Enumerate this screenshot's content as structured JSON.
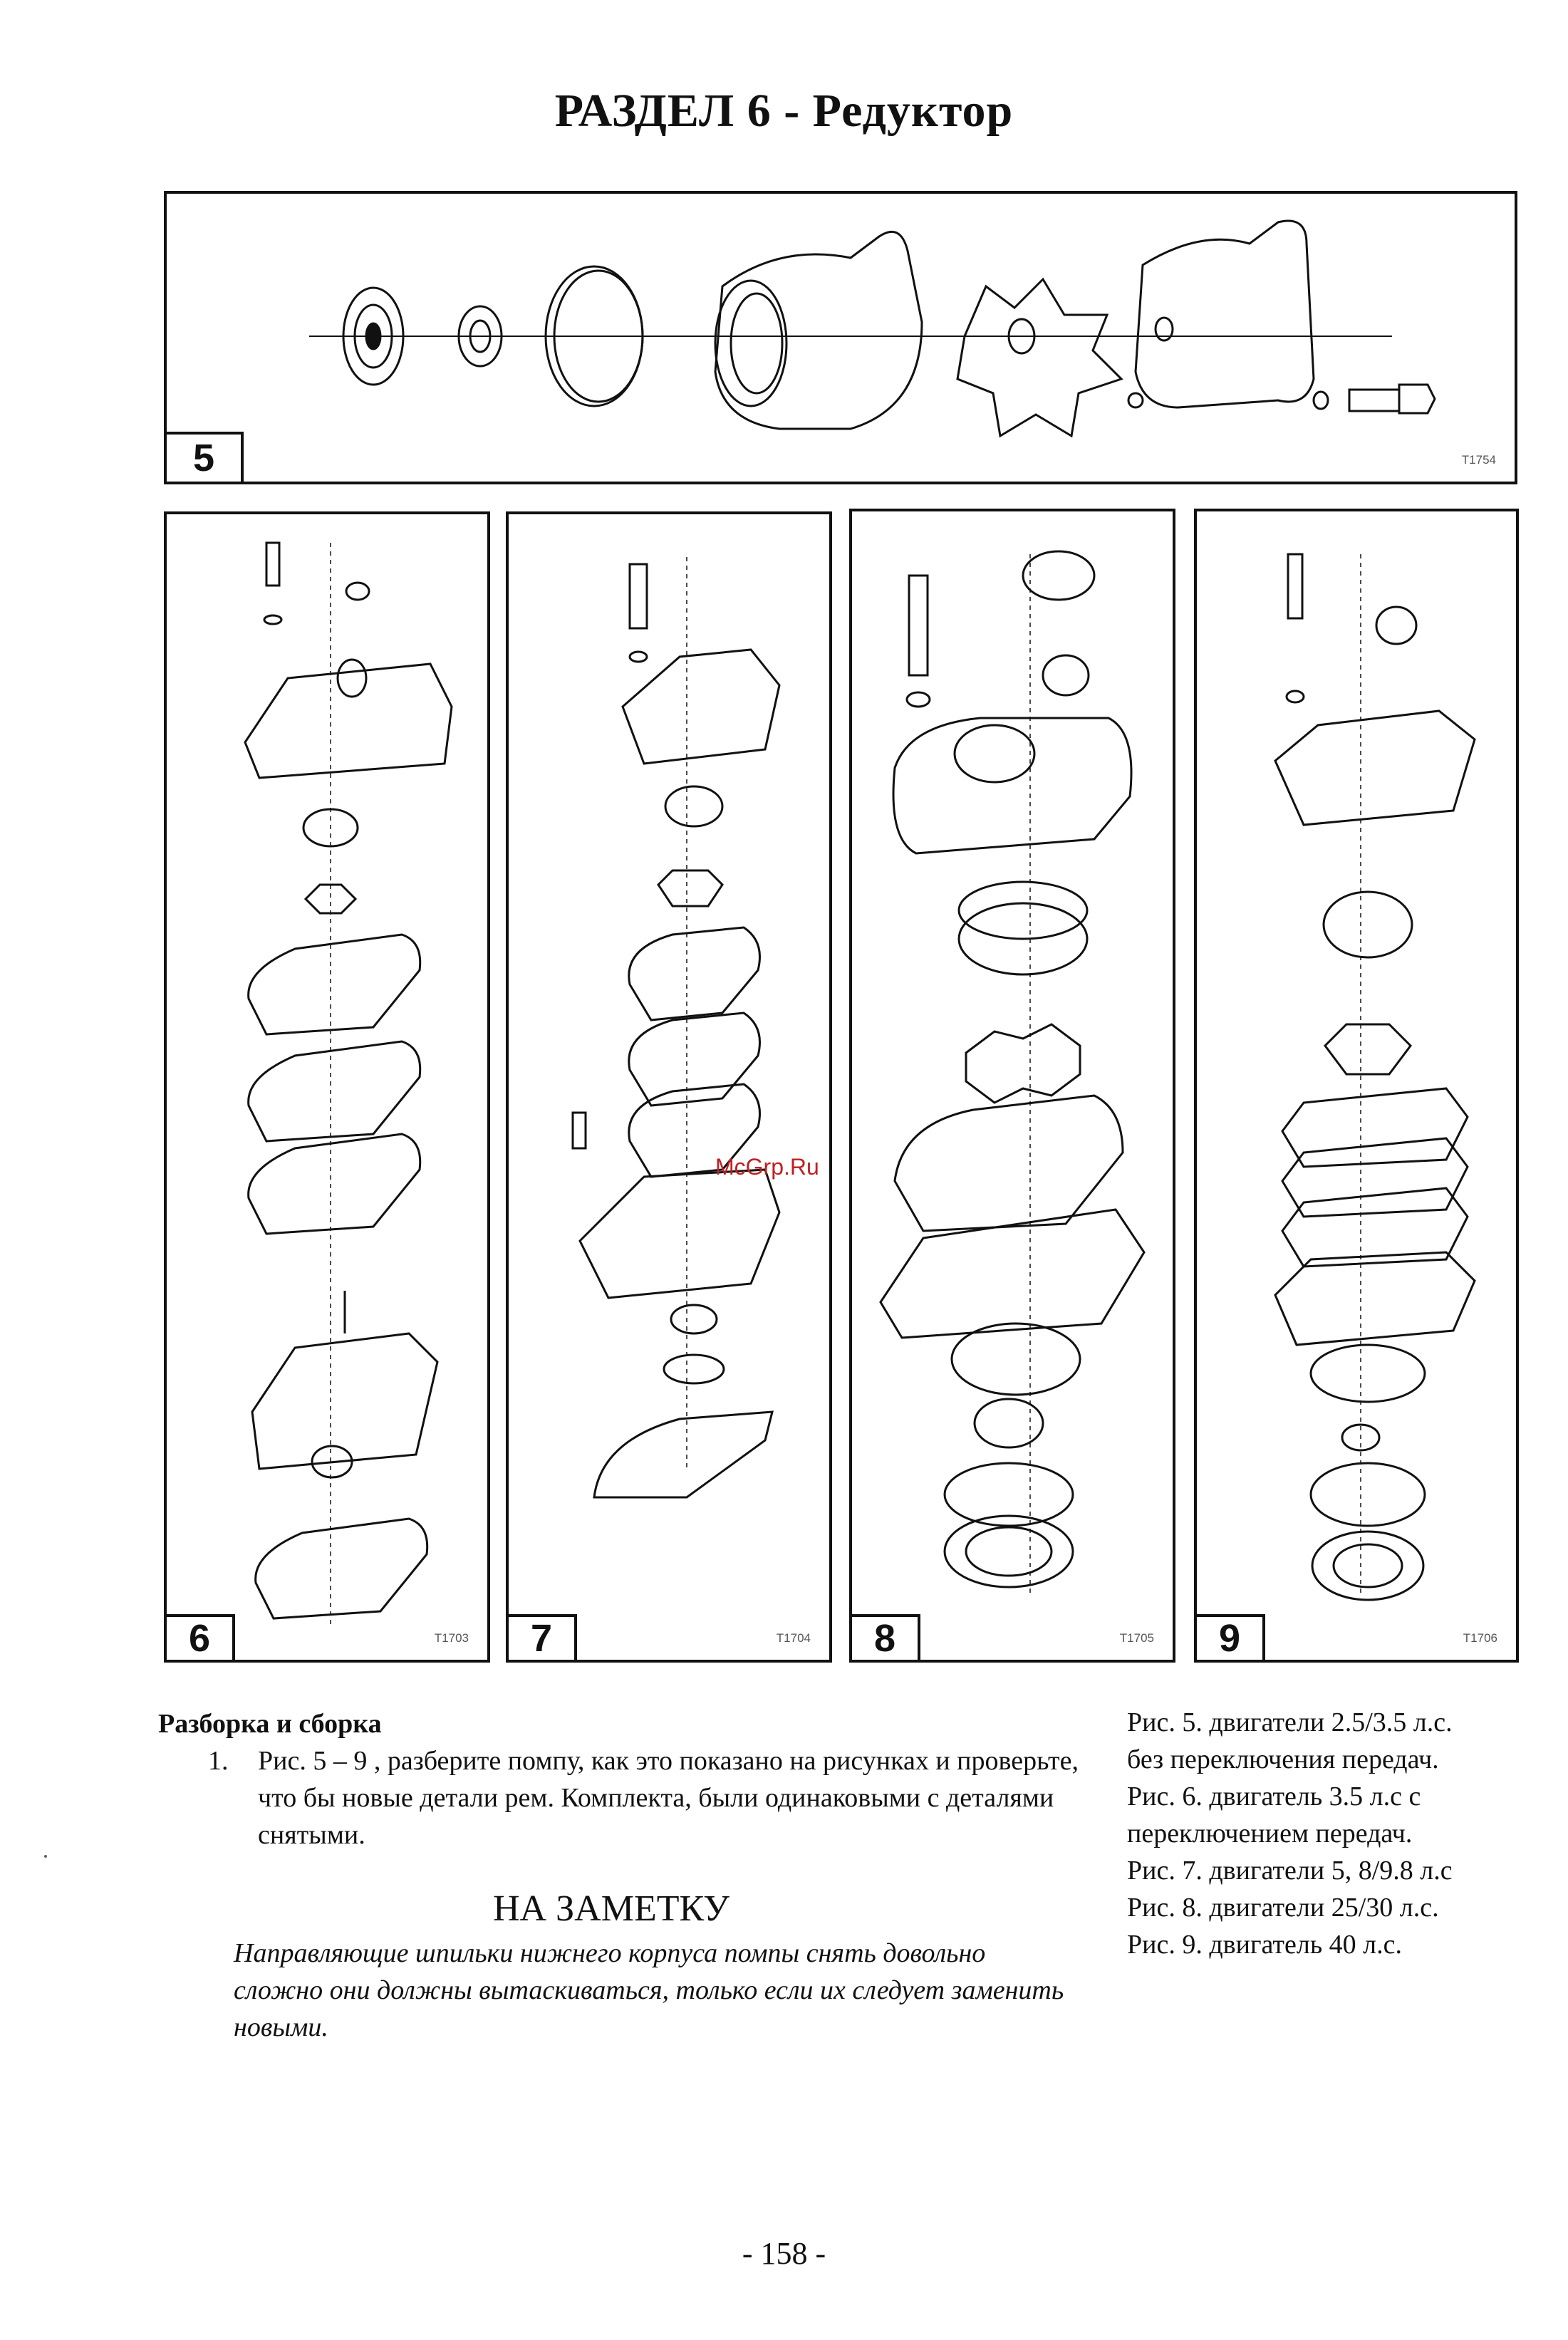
{
  "page": {
    "title": "РАЗДЕЛ 6 - Редуктор",
    "page_number": "- 158 -",
    "watermark": "McGrp.Ru"
  },
  "figures": [
    {
      "number": "5",
      "code": "T1754"
    },
    {
      "number": "6",
      "code": "T1703"
    },
    {
      "number": "7",
      "code": "T1704"
    },
    {
      "number": "8",
      "code": "T1705"
    },
    {
      "number": "9",
      "code": "T1706"
    }
  ],
  "body": {
    "heading": "Разборка и сборка",
    "step_number": "1.",
    "step_text": "Рис. 5 – 9 , разберите помпу, как это показано на рисунках и проверьте, что бы новые детали рем. Комплекта, были одинаковыми с деталями снятыми.",
    "note_title": "НА ЗАМЕТКУ",
    "note_text": "Направляющие шпильки нижнего корпуса помпы снять довольно сложно они должны вытаскиваться, только если их следует заменить новыми."
  },
  "captions": [
    "Рис. 5.  двигатели 2.5/3.5 л.с.",
    "без переключения передач.",
    "Рис. 6. двигатель 3.5 л.с с",
    "переключением передач.",
    "Рис. 7. двигатели 5, 8/9.8 л.с",
    "Рис. 8. двигатели 25/30 л.с.",
    "Рис. 9. двигатель 40 л.с."
  ]
}
